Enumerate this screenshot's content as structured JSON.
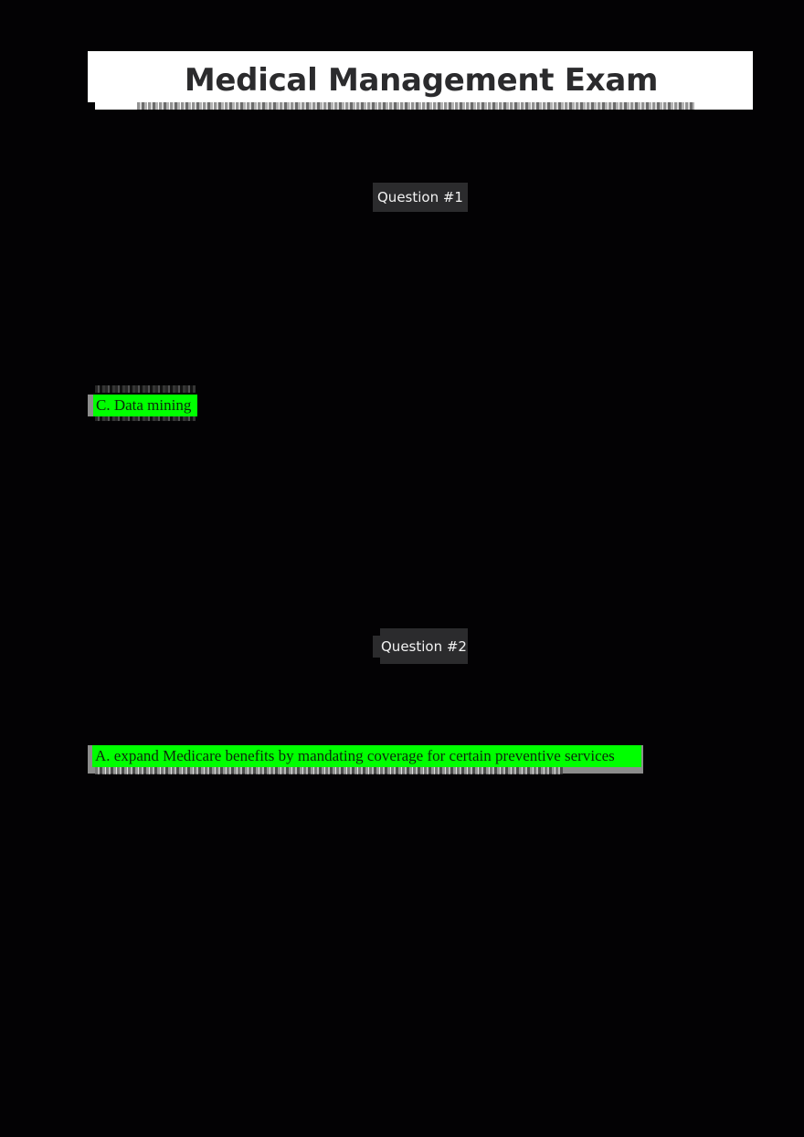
{
  "document": {
    "title": "Medical Management Exam",
    "subtitle_obscured": true
  },
  "questions": [
    {
      "label": "Question #1",
      "highlighted_answer": "C. Data mining"
    },
    {
      "label": "Question #2",
      "highlighted_answer": "A. expand Medicare benefits by mandating coverage for certain preventive services"
    }
  ],
  "colors": {
    "background": "#030204",
    "title_box": "#ffffff",
    "title_text": "#2b2b2d",
    "badge_bg": "#2b2b2d",
    "badge_text": "#f2f2f2",
    "highlight": "#00ff00",
    "highlight_edge": "#8c8c8c"
  }
}
